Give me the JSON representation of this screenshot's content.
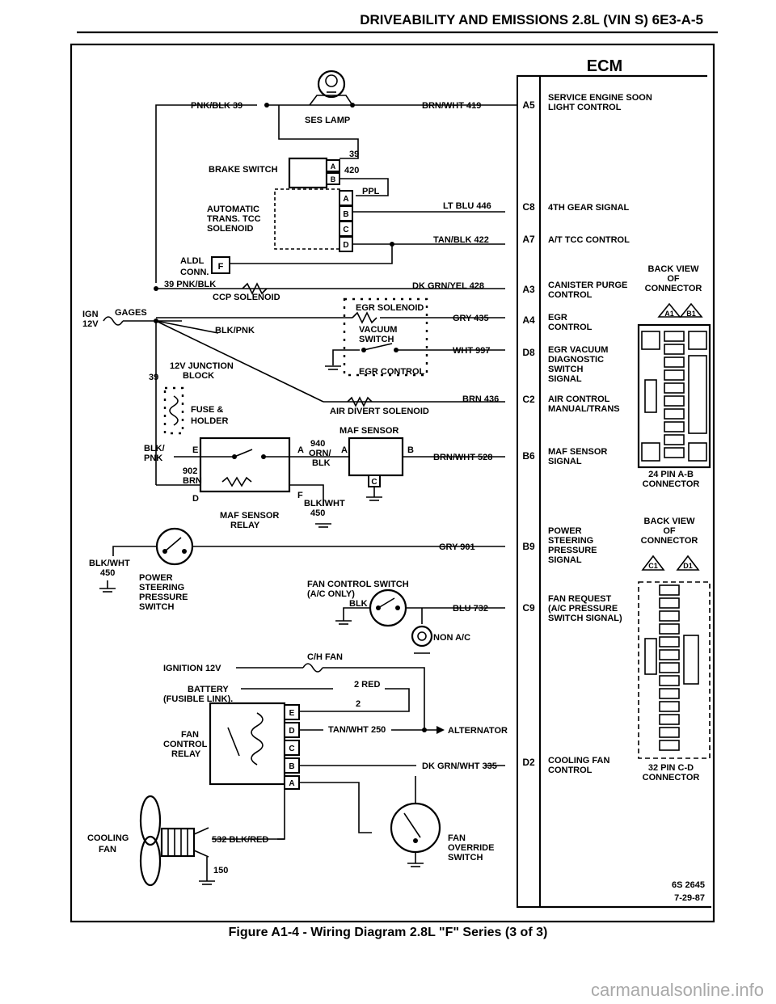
{
  "header": "DRIVEABILITY AND EMISSIONS 2.8L (VIN S) 6E3-A-5",
  "ecm_title": "ECM",
  "caption": "Figure A1-4 - Wiring Diagram 2.8L \"F\" Series (3 of 3)",
  "drawing_id": "6S 2645",
  "drawing_date": "7-29-87",
  "watermark": "carmanualsonline.info",
  "pins": [
    "A5",
    "C8",
    "A7",
    "A3",
    "A4",
    "D8",
    "C2",
    "B6",
    "B9",
    "C9",
    "D2"
  ],
  "functions": {
    "a5": [
      "SERVICE ENGINE SOON",
      "LIGHT CONTROL"
    ],
    "c8": [
      "4TH GEAR SIGNAL"
    ],
    "a7": [
      "A/T TCC CONTROL"
    ],
    "a3": [
      "CANISTER PURGE",
      "CONTROL"
    ],
    "a4": [
      "EGR",
      "CONTROL"
    ],
    "d8": [
      "EGR VACUUM",
      "DIAGNOSTIC",
      "SWITCH",
      "SIGNAL"
    ],
    "c2": [
      "AIR CONTROL",
      "MANUAL/TRANS"
    ],
    "b6": [
      "MAF SENSOR",
      "SIGNAL"
    ],
    "b9": [
      "POWER",
      "STEERING",
      "PRESSURE",
      "SIGNAL"
    ],
    "c9": [
      "FAN REQUEST",
      "(A/C PRESSURE",
      "SWITCH SIGNAL)"
    ],
    "d2": [
      "COOLING FAN",
      "CONTROL"
    ]
  },
  "wires": {
    "pnk_blk_39": "PNK/BLK 39",
    "brn_wht_419": "BRN/WHT 419",
    "lt_blu_446": "LT BLU 446",
    "tan_blk_422": "TAN/BLK 422",
    "pnk_blk_39b": "39 PNK/BLK",
    "dk_grn_yel_428": "DK GRN/YEL 428",
    "gry_435": "GRY 435",
    "wht_997": "WHT 997",
    "brn_436": "BRN 436",
    "brn_wht_528": "BRN/WHT 528",
    "gry_901": "GRY 901",
    "blu_732": "BLU 732",
    "dk_grn_wht_335": "DK GRN/WHT 335",
    "tan_wht_250": "TAN/WHT 250",
    "blk_pnk": "BLK/PNK",
    "orn": "ORN/",
    "blk": "BLK",
    "blk_wht": "BLK/WHT",
    "w450": "450",
    "w902": "902",
    "brn": "BRN",
    "w940": "940",
    "red2": "2 RED",
    "two": "2",
    "w39": "39",
    "w420": "420",
    "ppl": "PPL",
    "blk_wht_450": "BLK/WHT",
    "blk_pnk2": "BLK/",
    "pnk": "PNK",
    "blk_red_532": "532 BLK/RED",
    "w150": "150"
  },
  "components": {
    "ses_lamp": "SES LAMP",
    "brake_switch": "BRAKE SWITCH",
    "tcc": [
      "AUTOMATIC",
      "TRANS. TCC",
      "SOLENOID"
    ],
    "aldl": [
      "ALDL",
      "CONN."
    ],
    "ccp": "CCP SOLENOID",
    "egr_sol": "EGR SOLENOID",
    "vacuum": [
      "VACUUM",
      "SWITCH"
    ],
    "egr_control": "EGR CONTROL",
    "ign": [
      "IGN",
      "12V"
    ],
    "gages": "GAGES",
    "junction": [
      "12V JUNCTION",
      "BLOCK"
    ],
    "fuse": [
      "FUSE &",
      "HOLDER"
    ],
    "air_divert": "AIR DIVERT SOLENOID",
    "maf_sensor": "MAF SENSOR",
    "maf_relay": [
      "MAF SENSOR",
      "RELAY"
    ],
    "ps_switch": [
      "POWER",
      "STEERING",
      "PRESSURE",
      "SWITCH"
    ],
    "fan_ctrl_switch": [
      "FAN CONTROL SWITCH",
      "(A/C ONLY)"
    ],
    "non_ac": "NON A/C",
    "ch_fan": "C/H FAN",
    "ign12": "IGNITION 12V",
    "battery": [
      "BATTERY",
      "(FUSIBLE LINK)."
    ],
    "fan_relay": [
      "FAN",
      "CONTROL",
      "RELAY"
    ],
    "alternator": "ALTERNATOR",
    "cooling_fan": [
      "COOLING",
      "FAN"
    ],
    "fan_override": [
      "FAN",
      "OVERRIDE",
      "SWITCH"
    ]
  },
  "connectors": {
    "backview1": [
      "BACK VIEW",
      "OF",
      "CONNECTOR"
    ],
    "conn1": [
      "24 PIN A-B",
      "CONNECTOR"
    ],
    "backview2": [
      "BACK VIEW",
      "OF",
      "CONNECTOR"
    ],
    "conn2": [
      "32 PIN C-D",
      "CONNECTOR"
    ],
    "a1": "A1",
    "b1": "B1",
    "c1": "C1",
    "d1": "D1"
  },
  "letters": {
    "A": "A",
    "B": "B",
    "C": "C",
    "D": "D",
    "E": "E",
    "F": "F"
  }
}
